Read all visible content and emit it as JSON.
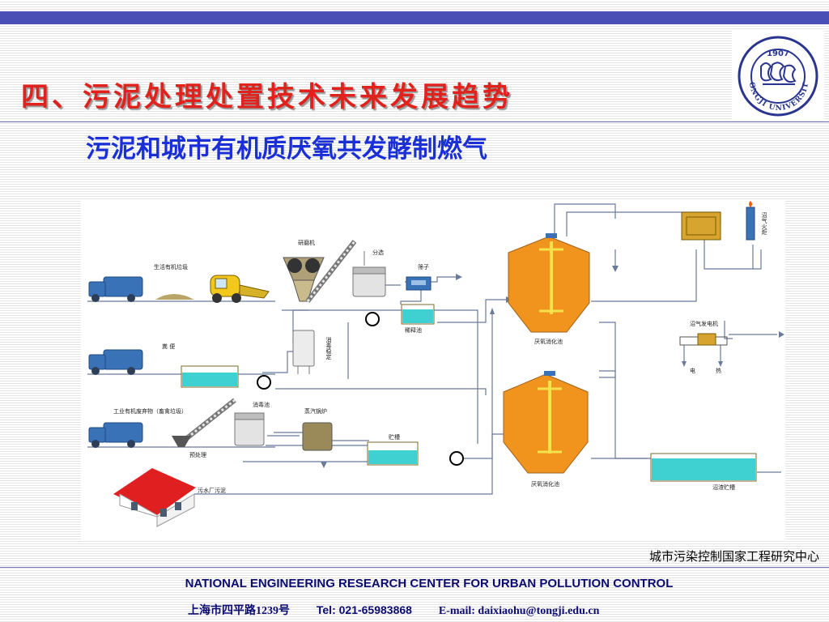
{
  "slide": {
    "title": "四、污泥处理处置技术未来发展趋势",
    "subtitle": "污泥和城市有机质厌氧共发酵制燃气"
  },
  "logo": {
    "year": "1907",
    "ring_text": "TONGJI UNIVERSITY"
  },
  "diagram": {
    "labels": {
      "mill": "研磨机",
      "sorting": "分选",
      "screen": "筛子",
      "household_waste": "生活有机垃圾",
      "dilution_tank": "稀释池",
      "sterilize_stabilize": "消毒稳定",
      "feces": "粪  便",
      "industrial_waste": "工业有机废弃物（畜禽垃圾）",
      "disinfection_tank": "消毒池",
      "steam_boiler": "蒸汽锅炉",
      "pretreatment": "预处理",
      "storage_tank": "贮槽",
      "wwtp_sludge": "污水厂污泥",
      "digester_1": "厌氧消化池",
      "digester_2": "厌氧消化池",
      "biogas_torch": "沼气火炬",
      "biogas_generator": "沼气发电机",
      "electricity": "电",
      "heat": "热",
      "digestate_tank": "沼渣贮槽"
    }
  },
  "footer": {
    "center_name": "城市污染控制国家工程研究中心",
    "center_name_en": "NATIONAL ENGINEERING RESEARCH CENTER FOR URBAN POLLUTION CONTROL",
    "address": "上海市四平路1239号",
    "tel": "Tel: 021-65983868",
    "email": "E-mail: daixiaohu@tongji.edu.cn"
  },
  "colors": {
    "top_bar": "#4a4fb5",
    "title": "#e0211c",
    "subtitle": "#1a2fd6",
    "digester": "#f0941e",
    "water": "#3fd0d2",
    "truck": "#3a72b8",
    "roof": "#e02020"
  }
}
